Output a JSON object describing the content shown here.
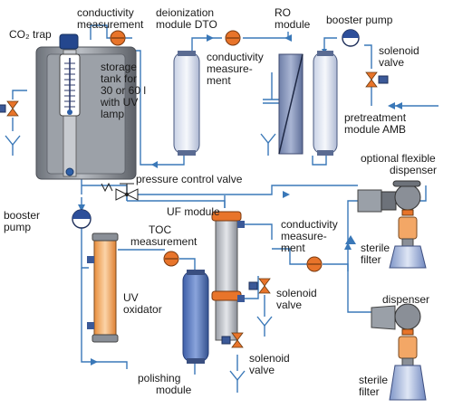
{
  "labels": {
    "co2_trap": "CO₂ trap",
    "conductivity_1": [
      "conductivity",
      "measurement"
    ],
    "deionization": [
      "deionization",
      "module DTO"
    ],
    "ro_module": [
      "RO",
      "module"
    ],
    "booster_pump_top": "booster pump",
    "conductivity_2": [
      "conductivity",
      "measure-",
      "ment"
    ],
    "solenoid_top": [
      "solenoid",
      "valve"
    ],
    "storage_tank": [
      "storage",
      "tank for",
      "30 or 60 l",
      "with UV",
      "lamp"
    ],
    "pretreatment": [
      "pretreatment",
      "module AMB"
    ],
    "optional_dispenser": [
      "optional flexible",
      "dispenser"
    ],
    "pressure_control": "pressure control valve",
    "booster_pump_left": [
      "booster",
      "pump"
    ],
    "uf_module": "UF module",
    "toc": [
      "TOC",
      "measurement"
    ],
    "conductivity_3": [
      "conductivity",
      "measure-",
      "ment"
    ],
    "sterile_filter_1": [
      "sterile",
      "filter"
    ],
    "uv_oxidator": [
      "UV",
      "oxidator"
    ],
    "solenoid_mid": [
      "solenoid",
      "valve"
    ],
    "dispenser": "dispenser",
    "polishing": [
      "polishing",
      "module"
    ],
    "solenoid_bottom": [
      "solenoid",
      "valve"
    ],
    "sterile_filter_2": [
      "sterile",
      "filter"
    ]
  },
  "colors": {
    "pipe": "#3a78b8",
    "sensor": "#e8742a",
    "valve": "#e8742a",
    "tank": "#8a8f97",
    "module_blue": "#5a7fc8",
    "uv_tube": "#f3a766"
  },
  "icons": {
    "co2_trap_cap": "co2-trap-icon",
    "booster_pump": "pump-icon",
    "solenoid_valve": "solenoid-valve-icon",
    "pressure_valve": "pressure-control-valve-icon",
    "conductivity_sensor": "conductivity-sensor-icon",
    "dispenser": "dispenser-icon",
    "sterile_filter": "sterile-filter-icon"
  }
}
